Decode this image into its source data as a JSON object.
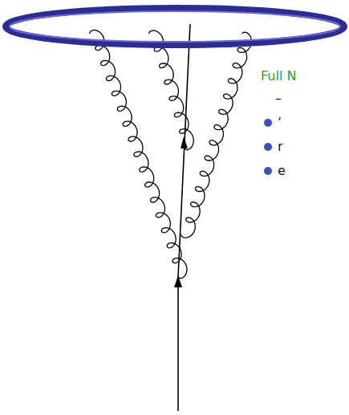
{
  "diagram": {
    "labels": [
      "Full N",
      "–",
      "‘",
      "r",
      "e"
    ]
  }
}
